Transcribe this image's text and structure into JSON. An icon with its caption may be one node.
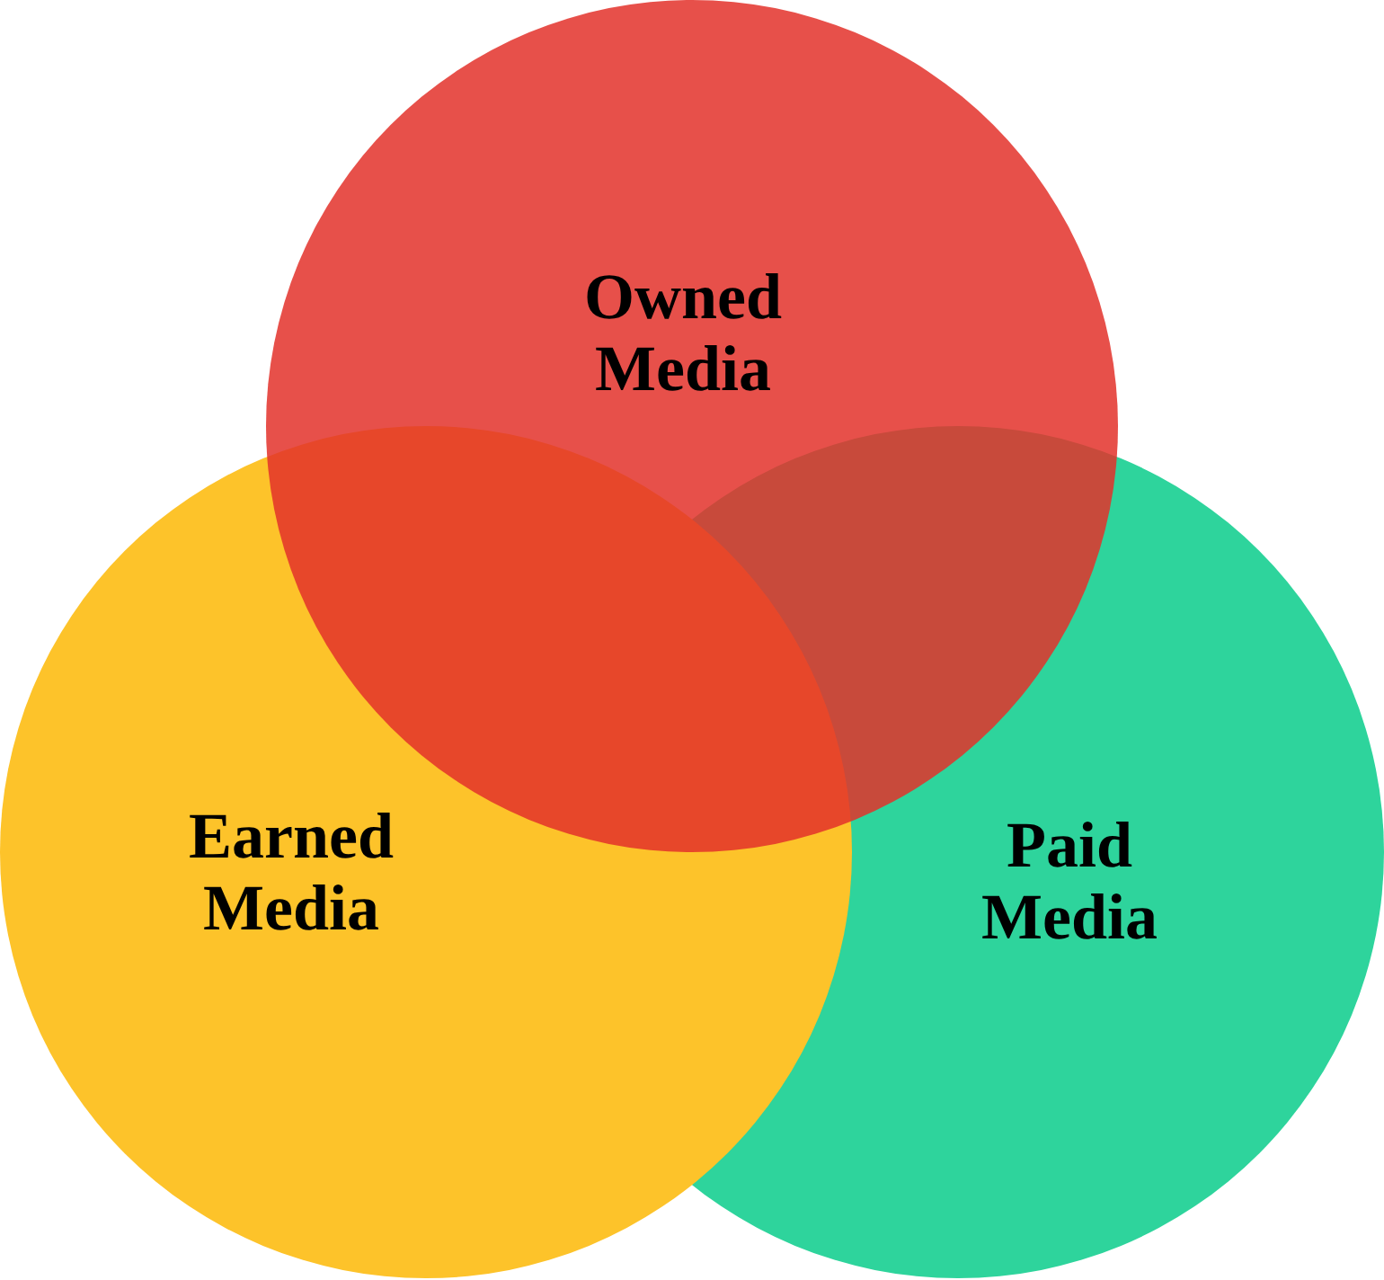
{
  "diagram": {
    "nodes": [
      {
        "text": [
          "Owned Media"
        ]
      },
      {
        "text": [
          "Earned Media"
        ]
      },
      {
        "text": [
          "Paid Media"
        ]
      }
    ]
  }
}
